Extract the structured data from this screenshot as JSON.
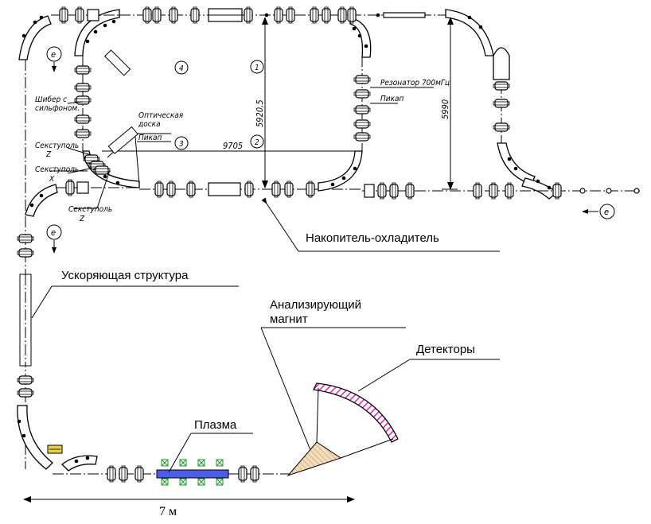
{
  "labels": {
    "storage_ring": "Накопитель-охладитель",
    "accelerating_structure": "Ускоряющая структура",
    "analyzing_magnet_line1": "Анализирующий",
    "analyzing_magnet_line2": "магнит",
    "detectors": "Детекторы",
    "plasma": "Плазма",
    "scale": "7 м",
    "resonator": "Резонатор 700мГц.",
    "pickup_right": "Пикап",
    "pickup_left": "Пикап",
    "optical_board_line1": "Оптическая",
    "optical_board_line2": "доска",
    "gate_valve_line1": "Шибер с",
    "gate_valve_line2": "сильфоном.",
    "sextupole_z_top_line1": "Секступоль",
    "sextupole_z_top_line2": "Z",
    "sextupole_x_line1": "Секступоль",
    "sextupole_x_line2": "X",
    "sextupole_z_bottom_line1": "Секступоль",
    "sextupole_z_bottom_line2": "Z",
    "dim_5920": "5920,5",
    "dim_5990": "5990",
    "dim_9705": "9705",
    "circle_1": "1",
    "circle_2": "2",
    "circle_3": "3",
    "circle_4": "4",
    "electron_symbol": "e"
  },
  "colors": {
    "plasma_tube": "#4a5ee8",
    "plasma_coils": "#1a9a2a",
    "detector_hatch": "#e020c0",
    "magnet_fill": "#f3dcb8",
    "magnet_hatch": "#b89060",
    "ion_pump": "#e8d040",
    "line": "#000000"
  }
}
